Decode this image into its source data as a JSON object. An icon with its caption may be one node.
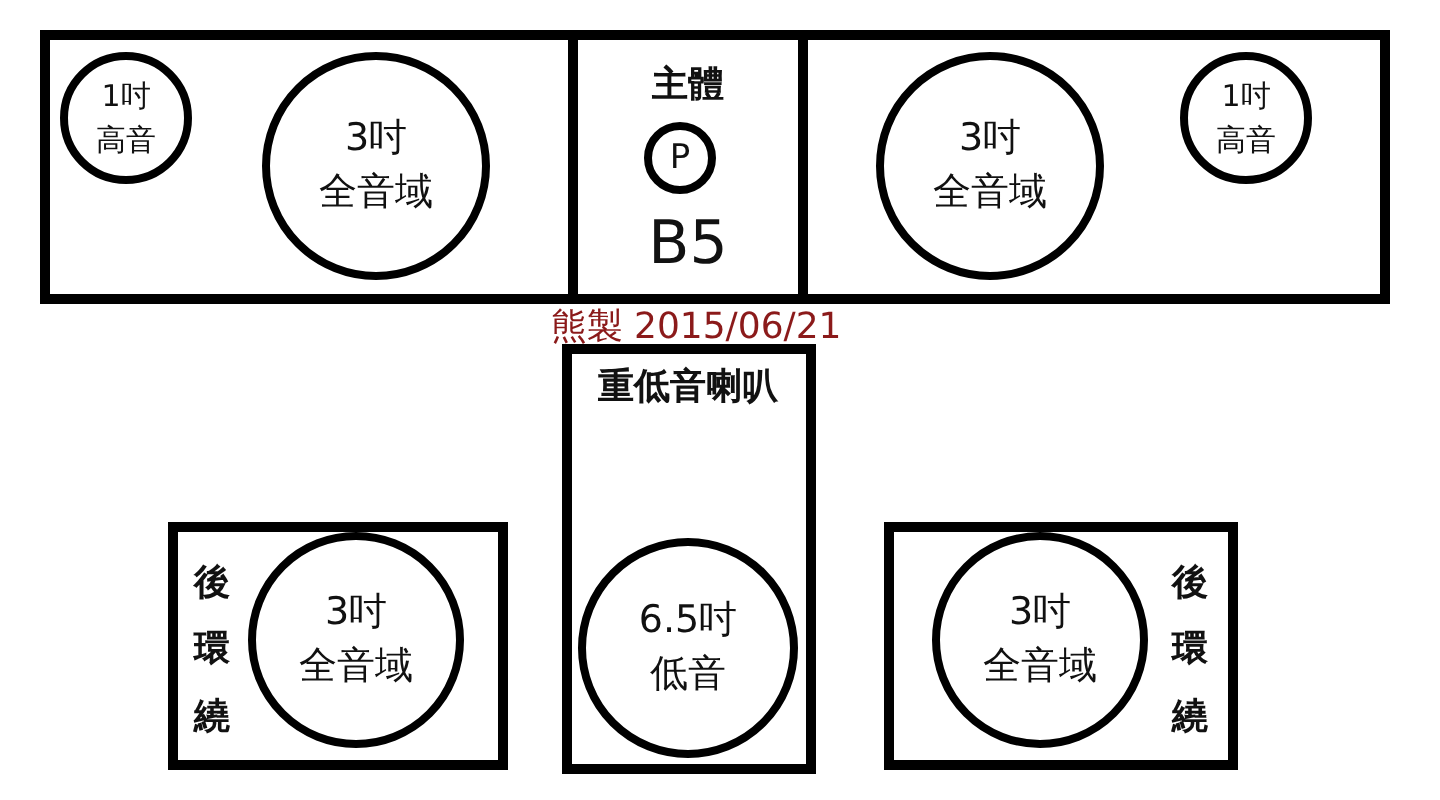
{
  "diagram": {
    "nodes": [
      {
        "text": [],
        "shape": "box"
      },
      {
        "text": [
          "1吋",
          "高音"
        ],
        "in": 0
      },
      {
        "text": [
          "3吋",
          "全音域"
        ],
        "in": 0
      },
      {
        "text": [
          "主體",
          "B5"
        ]
      },
      {
        "text": [
          "P"
        ],
        "in": 3
      },
      {
        "text": [],
        "shape": "box"
      },
      {
        "text": [
          "3吋",
          "全音域"
        ],
        "in": 5
      },
      {
        "text": [
          "1吋",
          "高音"
        ],
        "in": 5
      },
      {
        "text": [
          "重低音喇叭"
        ]
      },
      {
        "text": [
          "6.5吋",
          "低音"
        ],
        "in": 8
      },
      {
        "text": [
          "後環繞"
        ]
      },
      {
        "text": [
          "3吋",
          "全音域"
        ],
        "in": 10
      },
      {
        "text": [
          "後環繞"
        ]
      },
      {
        "text": [
          "3吋",
          "全音域"
        ],
        "in": 12
      }
    ],
    "labels": [
      "熊製 2015/06/21"
    ]
  }
}
